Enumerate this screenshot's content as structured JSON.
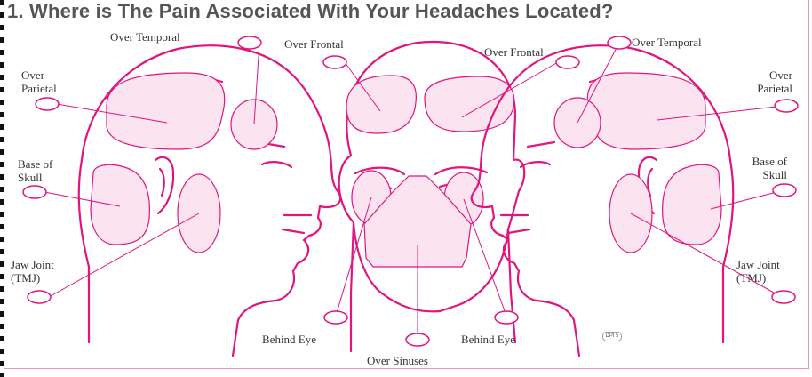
{
  "title": "1. Where is The Pain Associated With Your Headaches Located?",
  "labels": {
    "over_temporal_left": "Over Temporal",
    "over_parietal_left": "Over\nParietal",
    "base_of_skull_left": "Base of\nSkull",
    "jaw_joint_left": "Jaw Joint\n(TMJ)",
    "over_frontal_left": "Over Frontal",
    "over_frontal_right": "Over Frontal",
    "behind_eye_left": "Behind Eye",
    "behind_eye_right": "Behind Eye",
    "over_sinuses": "Over Sinuses",
    "over_temporal_right": "Over Temporal",
    "over_parietal_right": "Over\nParietal",
    "base_of_skull_right": "Base of\nSkull",
    "jaw_joint_right": "Jaw Joint\n(TMJ)"
  },
  "form_code": "DPI 5",
  "colors": {
    "outline": "#e0157f",
    "region_fill": "#fbe3ef",
    "title": "#555555"
  }
}
